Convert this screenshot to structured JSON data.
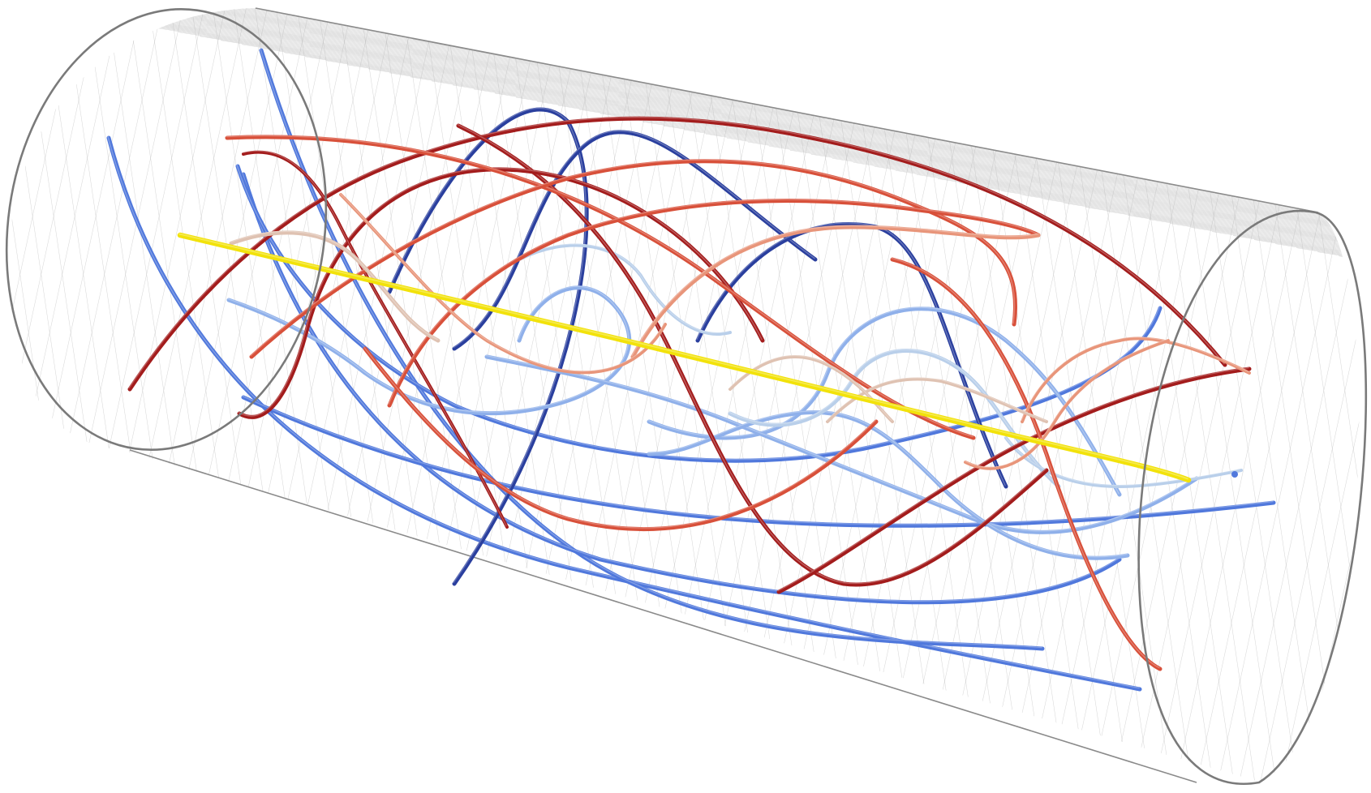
{
  "figure": {
    "description_visible_text": "",
    "colors": {
      "background": "#ffffff",
      "mesh": "#b9b9b9",
      "outline": "#7a7a7a",
      "axis_line": "#f2e20a",
      "warm_dark": "#a31c1c",
      "warm_mid": "#d8503a",
      "warm_light": "#e8957a",
      "pale_warm": "#dfc2b2",
      "pale_cool": "#b9cfea",
      "cool_light": "#8fb0ea",
      "cool_mid": "#5078dc",
      "cool_dark": "#2a3f9e"
    },
    "elements": [
      "cylinder-wireframe",
      "central-axis-line",
      "helical-field-lines"
    ]
  }
}
